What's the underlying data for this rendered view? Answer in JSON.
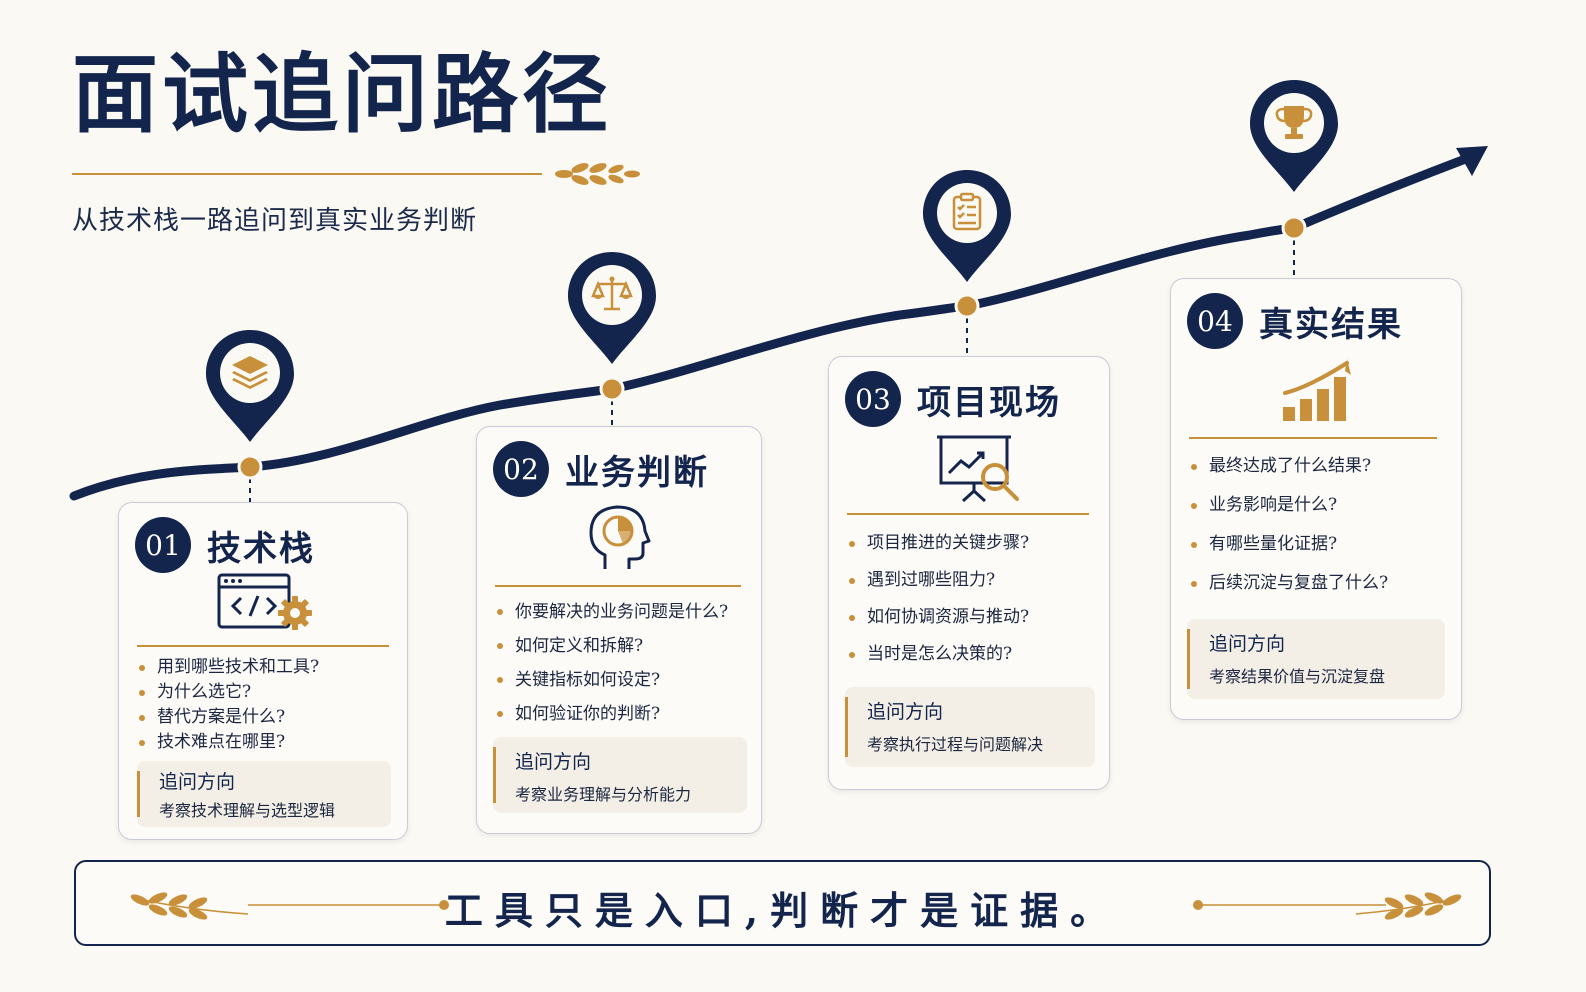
{
  "title": "面试追问路径",
  "subtitle": "从技术栈一路追问到真实业务判断",
  "colors": {
    "navy": "#13254d",
    "gold": "#c8903a",
    "background": "#fbf9f3"
  },
  "stages": [
    {
      "num": "01",
      "label": "技术栈",
      "pin_icon": "layers-icon",
      "card_icon": "code-window-gear-icon",
      "questions": [
        "用到哪些技术和工具?",
        "为什么选它?",
        "替代方案是什么?",
        "技术难点在哪里?"
      ],
      "direction_title": "追问方向",
      "direction_text": "考察技术理解与选型逻辑"
    },
    {
      "num": "02",
      "label": "业务判断",
      "pin_icon": "scale-icon",
      "card_icon": "head-chart-icon",
      "questions": [
        "你要解决的业务问题是什么?",
        "如何定义和拆解?",
        "关键指标如何设定?",
        "如何验证你的判断?"
      ],
      "direction_title": "追问方向",
      "direction_text": "考察业务理解与分析能力"
    },
    {
      "num": "03",
      "label": "项目现场",
      "pin_icon": "clipboard-icon",
      "card_icon": "presentation-search-icon",
      "questions": [
        "项目推进的关键步骤?",
        "遇到过哪些阻力?",
        "如何协调资源与推动?",
        "当时是怎么决策的?"
      ],
      "direction_title": "追问方向",
      "direction_text": "考察执行过程与问题解决"
    },
    {
      "num": "04",
      "label": "真实结果",
      "pin_icon": "trophy-icon",
      "card_icon": "growth-chart-icon",
      "questions": [
        "最终达成了什么结果?",
        "业务影响是什么?",
        "有哪些量化证据?",
        "后续沉淀与复盘了什么?"
      ],
      "direction_title": "追问方向",
      "direction_text": "考察结果价值与沉淀复盘"
    }
  ],
  "footer": {
    "slogan": "工具只是入口,判断才是证据。"
  }
}
